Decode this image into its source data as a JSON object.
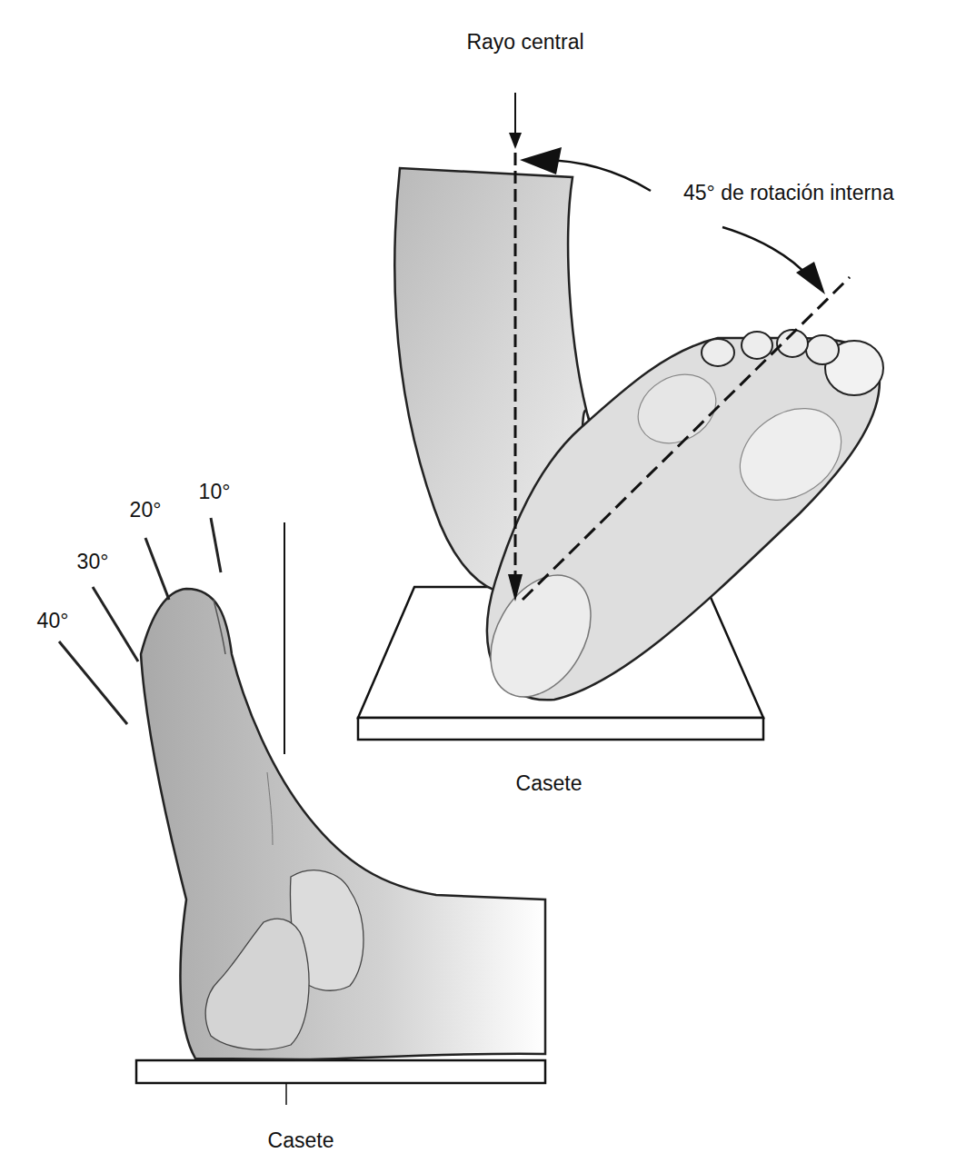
{
  "diagram": {
    "labels": [
      "Rayo central",
      "45° de rotación interna",
      "10°",
      "20°",
      "30°",
      "40°",
      "Casete",
      "Casete"
    ]
  }
}
